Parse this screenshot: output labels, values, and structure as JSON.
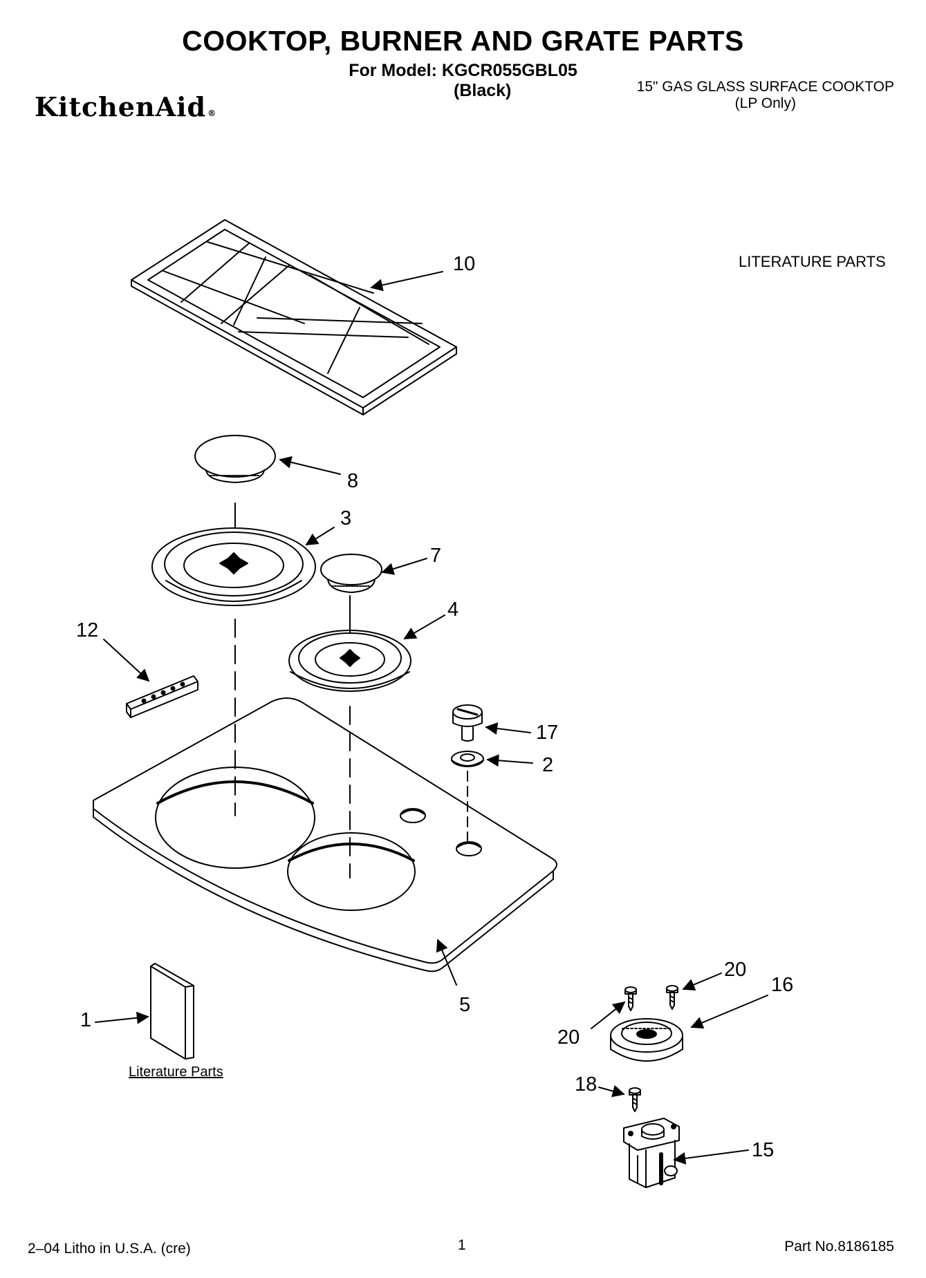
{
  "header": {
    "title": "COOKTOP, BURNER AND GRATE PARTS",
    "model_line": "For Model: KGCR055GBL05",
    "model_color": "(Black)",
    "brand": "KitchenAid",
    "brand_mark": "®",
    "product_line1": "15\" GAS GLASS SURFACE COOKTOP",
    "product_line2": "(LP Only)"
  },
  "literature_heading": "LITERATURE PARTS",
  "literature_caption": "Literature Parts",
  "callouts": {
    "c1": "1",
    "c2": "2",
    "c3": "3",
    "c4": "4",
    "c5": "5",
    "c7": "7",
    "c8": "8",
    "c10": "10",
    "c12": "12",
    "c15": "15",
    "c16": "16",
    "c17": "17",
    "c18": "18",
    "c20a": "20",
    "c20b": "20"
  },
  "footer": {
    "left": "2–04 Litho in U.S.A. (cre)",
    "page": "1",
    "part_no": "Part No.8186185"
  }
}
